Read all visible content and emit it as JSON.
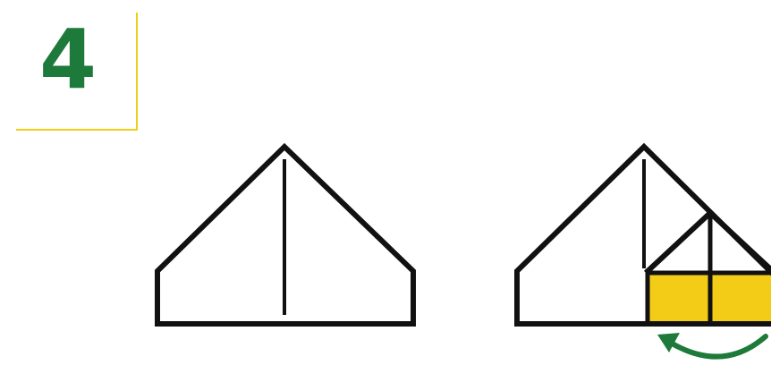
{
  "step": {
    "number": "4"
  },
  "colors": {
    "step_number": "#1e7a3a",
    "corner_bracket": "#f2cc16",
    "outline": "#111111",
    "fold_flap": "#f2cc16",
    "fold_arrow": "#1e7a3a"
  },
  "figures": [
    {
      "name": "before-fold",
      "description_icon": "paper-house-shape-icon"
    },
    {
      "name": "after-fold",
      "description_icon": "paper-house-folded-icon",
      "arrow_icon": "curved-fold-arrow-icon"
    }
  ]
}
